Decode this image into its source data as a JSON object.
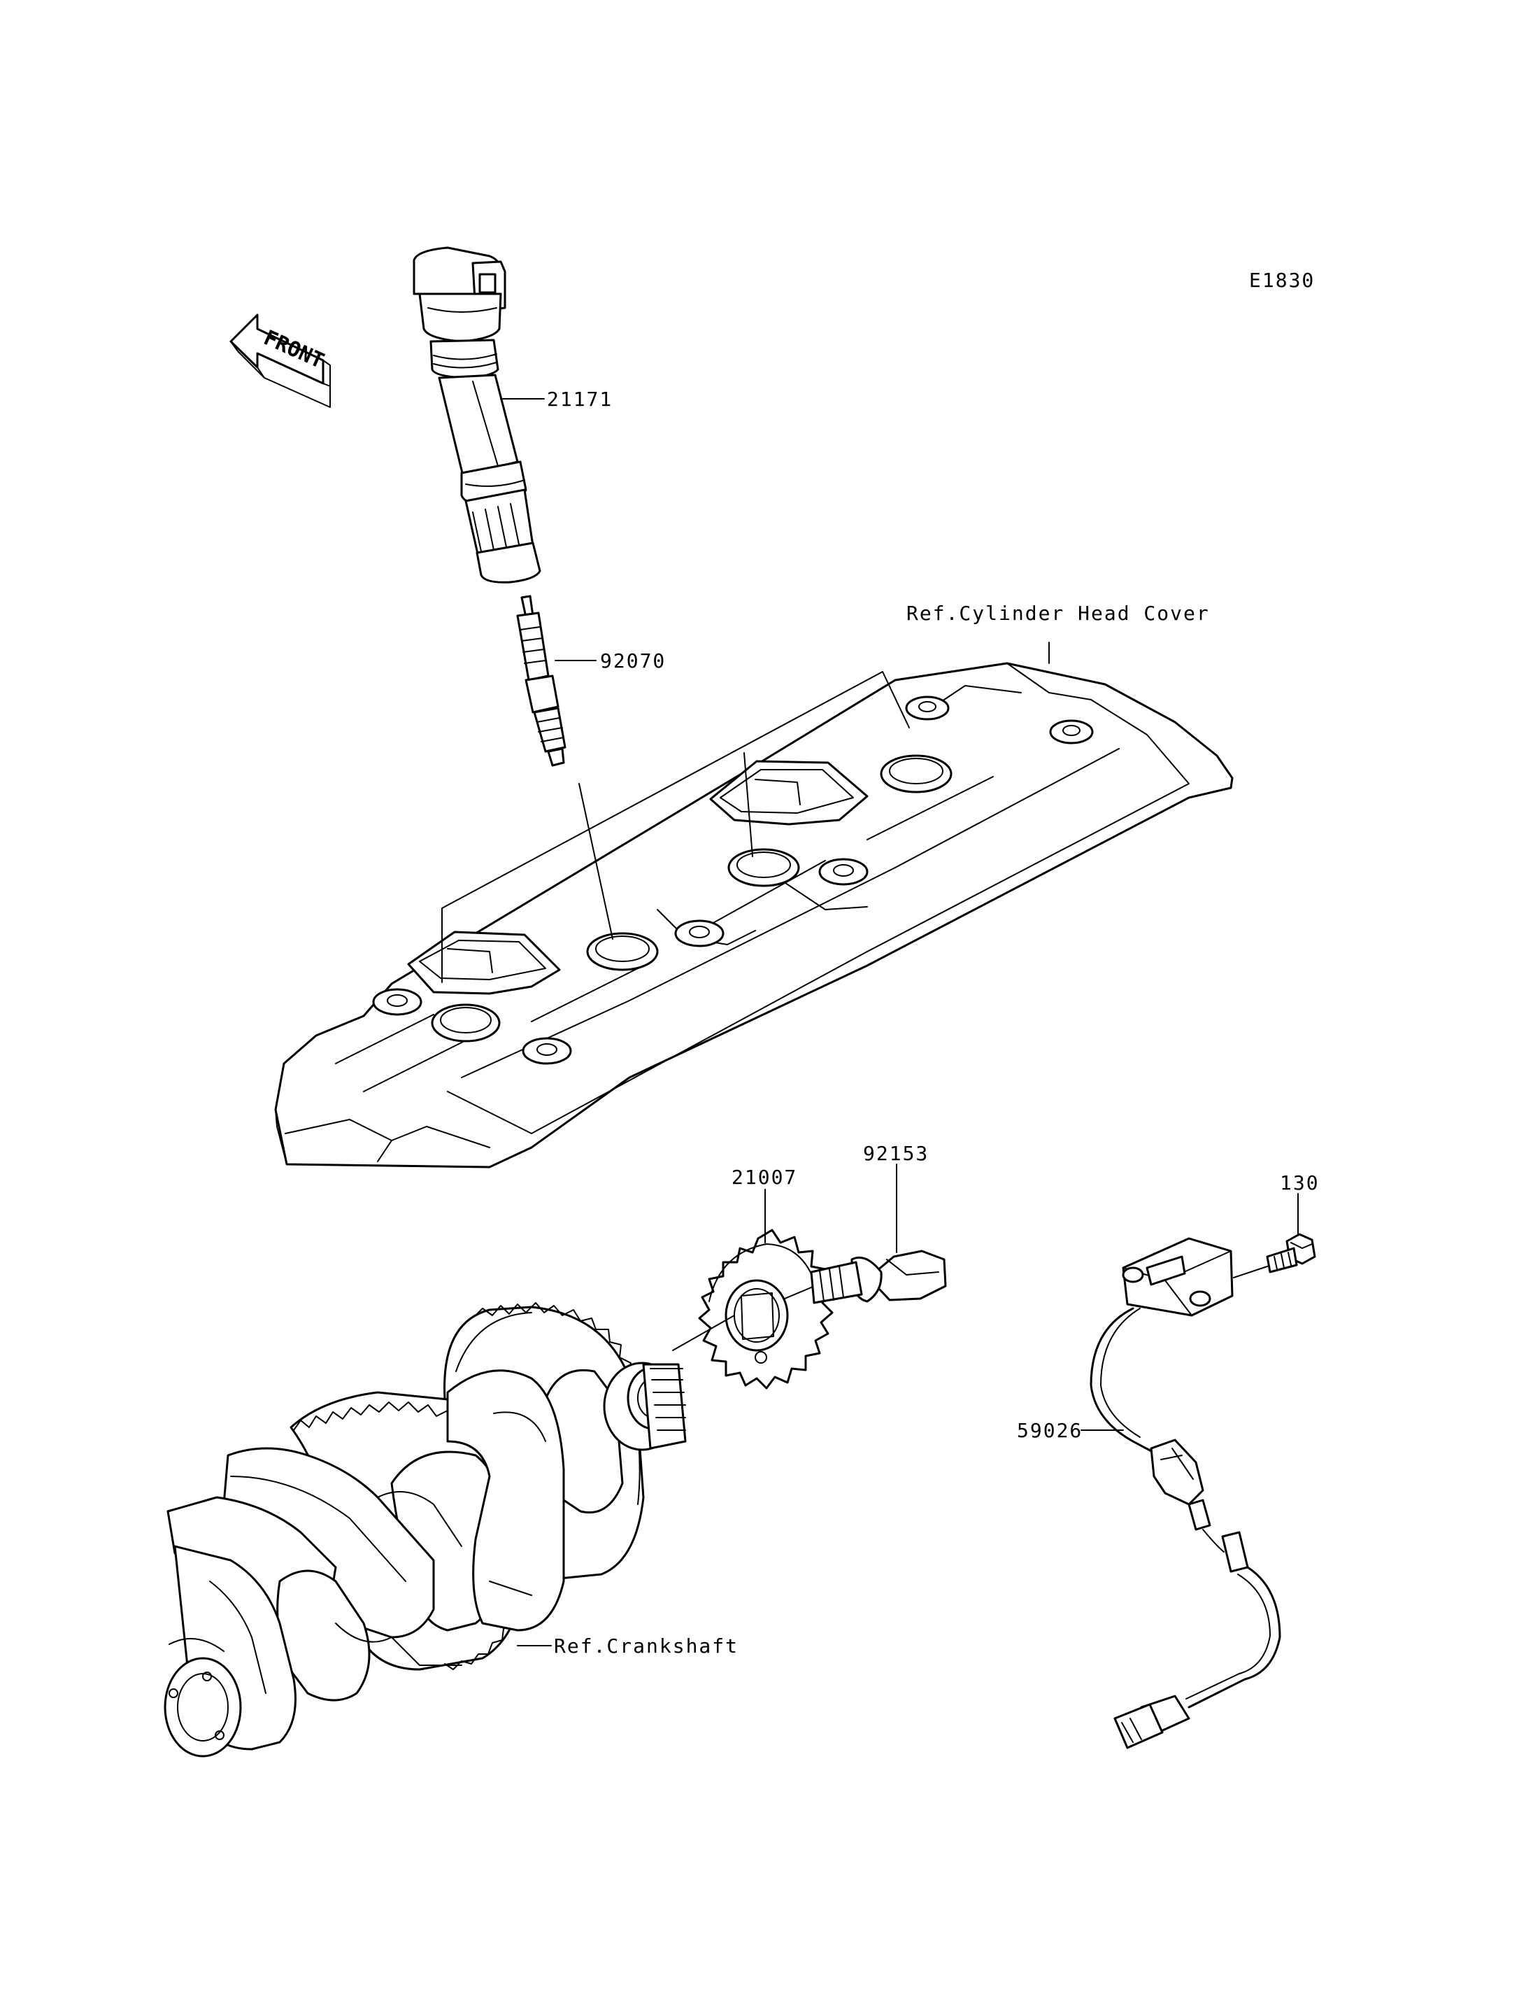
{
  "diagram": {
    "code": "E1830",
    "front_label": "FRONT",
    "callouts": {
      "ignition_coil": "21171",
      "spark_plug": "92070",
      "cylinder_head_cover": "Ref.Cylinder Head Cover",
      "timing_rotor": "21007",
      "flange_bolt": "92153",
      "sensor_bolt": "130",
      "crankshaft_sensor": "59026",
      "crankshaft": "Ref.Crankshaft"
    }
  }
}
